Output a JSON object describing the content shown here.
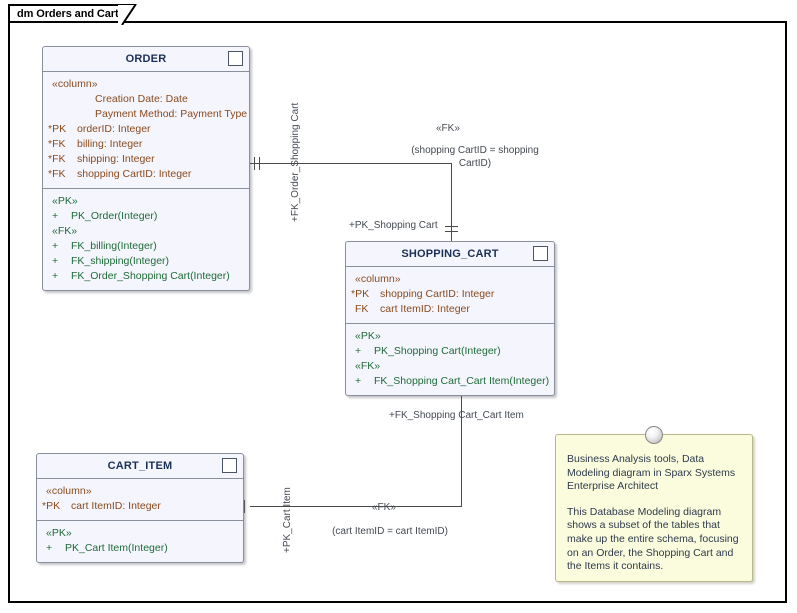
{
  "diagram": {
    "tab_label": "dm Orders and Cart"
  },
  "tables": [
    {
      "name": "ORDER",
      "icon": "table-icon",
      "attributes_stereotype": "«column»",
      "attributes": [
        {
          "key": "",
          "text": "Creation Date: Date",
          "indent": true
        },
        {
          "key": "",
          "text": "Payment Method: Payment Type",
          "indent": true
        },
        {
          "key": "*PK",
          "text": "orderID: Integer",
          "indent": false
        },
        {
          "key": "*FK",
          "text": "billing: Integer",
          "indent": false
        },
        {
          "key": "*FK",
          "text": "shipping: Integer",
          "indent": false
        },
        {
          "key": "*FK",
          "text": "shopping CartID: Integer",
          "indent": false
        }
      ],
      "operation_groups": [
        {
          "stereotype": "«PK»",
          "items": [
            {
              "key": "+",
              "text": "PK_Order(Integer)"
            }
          ]
        },
        {
          "stereotype": "«FK»",
          "items": [
            {
              "key": "+",
              "text": "FK_billing(Integer)"
            },
            {
              "key": "+",
              "text": "FK_shipping(Integer)"
            },
            {
              "key": "+",
              "text": "FK_Order_Shopping Cart(Integer)"
            }
          ]
        }
      ]
    },
    {
      "name": "SHOPPING_CART",
      "icon": "table-icon",
      "attributes_stereotype": "«column»",
      "attributes": [
        {
          "key": "*PK",
          "text": "shopping CartID: Integer",
          "indent": false
        },
        {
          "key": "FK",
          "text": "cart ItemID: Integer",
          "indent": false
        }
      ],
      "operation_groups": [
        {
          "stereotype": "«PK»",
          "items": [
            {
              "key": "+",
              "text": "PK_Shopping Cart(Integer)"
            }
          ]
        },
        {
          "stereotype": "«FK»",
          "items": [
            {
              "key": "+",
              "text": "FK_Shopping Cart_Cart Item(Integer)"
            }
          ]
        }
      ]
    },
    {
      "name": "CART_ITEM",
      "icon": "table-icon",
      "attributes_stereotype": "«column»",
      "attributes": [
        {
          "key": "*PK",
          "text": "cart ItemID: Integer",
          "indent": false
        }
      ],
      "operation_groups": [
        {
          "stereotype": "«PK»",
          "items": [
            {
              "key": "+",
              "text": "PK_Cart Item(Integer)"
            }
          ]
        }
      ]
    }
  ],
  "connectors": [
    {
      "id": "order-shoppingcart",
      "source_role": "+FK_Order_Shopping Cart",
      "target_role": "+PK_Shopping Cart",
      "stereotype": "«FK»",
      "constraint": "(shopping CartID = shopping CartID)"
    },
    {
      "id": "shoppingcart-cartitem",
      "source_role": "+FK_Shopping Cart_Cart Item",
      "target_role": "+PK_Cart Item",
      "stereotype": "«FK»",
      "constraint": "(cart ItemID = cart ItemID)"
    }
  ],
  "note": {
    "paragraphs": [
      "Business Analysis tools, Data Modeling diagram in Sparx Systems Enterprise Architect",
      "This Database Modeling diagram shows a subset of the tables that make up the entire schema, focusing on an Order, the Shopping Cart and the Items it contains."
    ]
  },
  "colors": {
    "table_fill": "#f4f5fd",
    "table_border": "#8a8f9e",
    "title_text": "#1b3055",
    "attribute_text": "#8a4b1e",
    "operation_text": "#1f6b38",
    "note_fill": "#fbfbdd",
    "note_border": "#b8b88a",
    "connector": "#4a4a4a",
    "label_text": "#444a52",
    "icon_accent": "#2f8ae0"
  }
}
